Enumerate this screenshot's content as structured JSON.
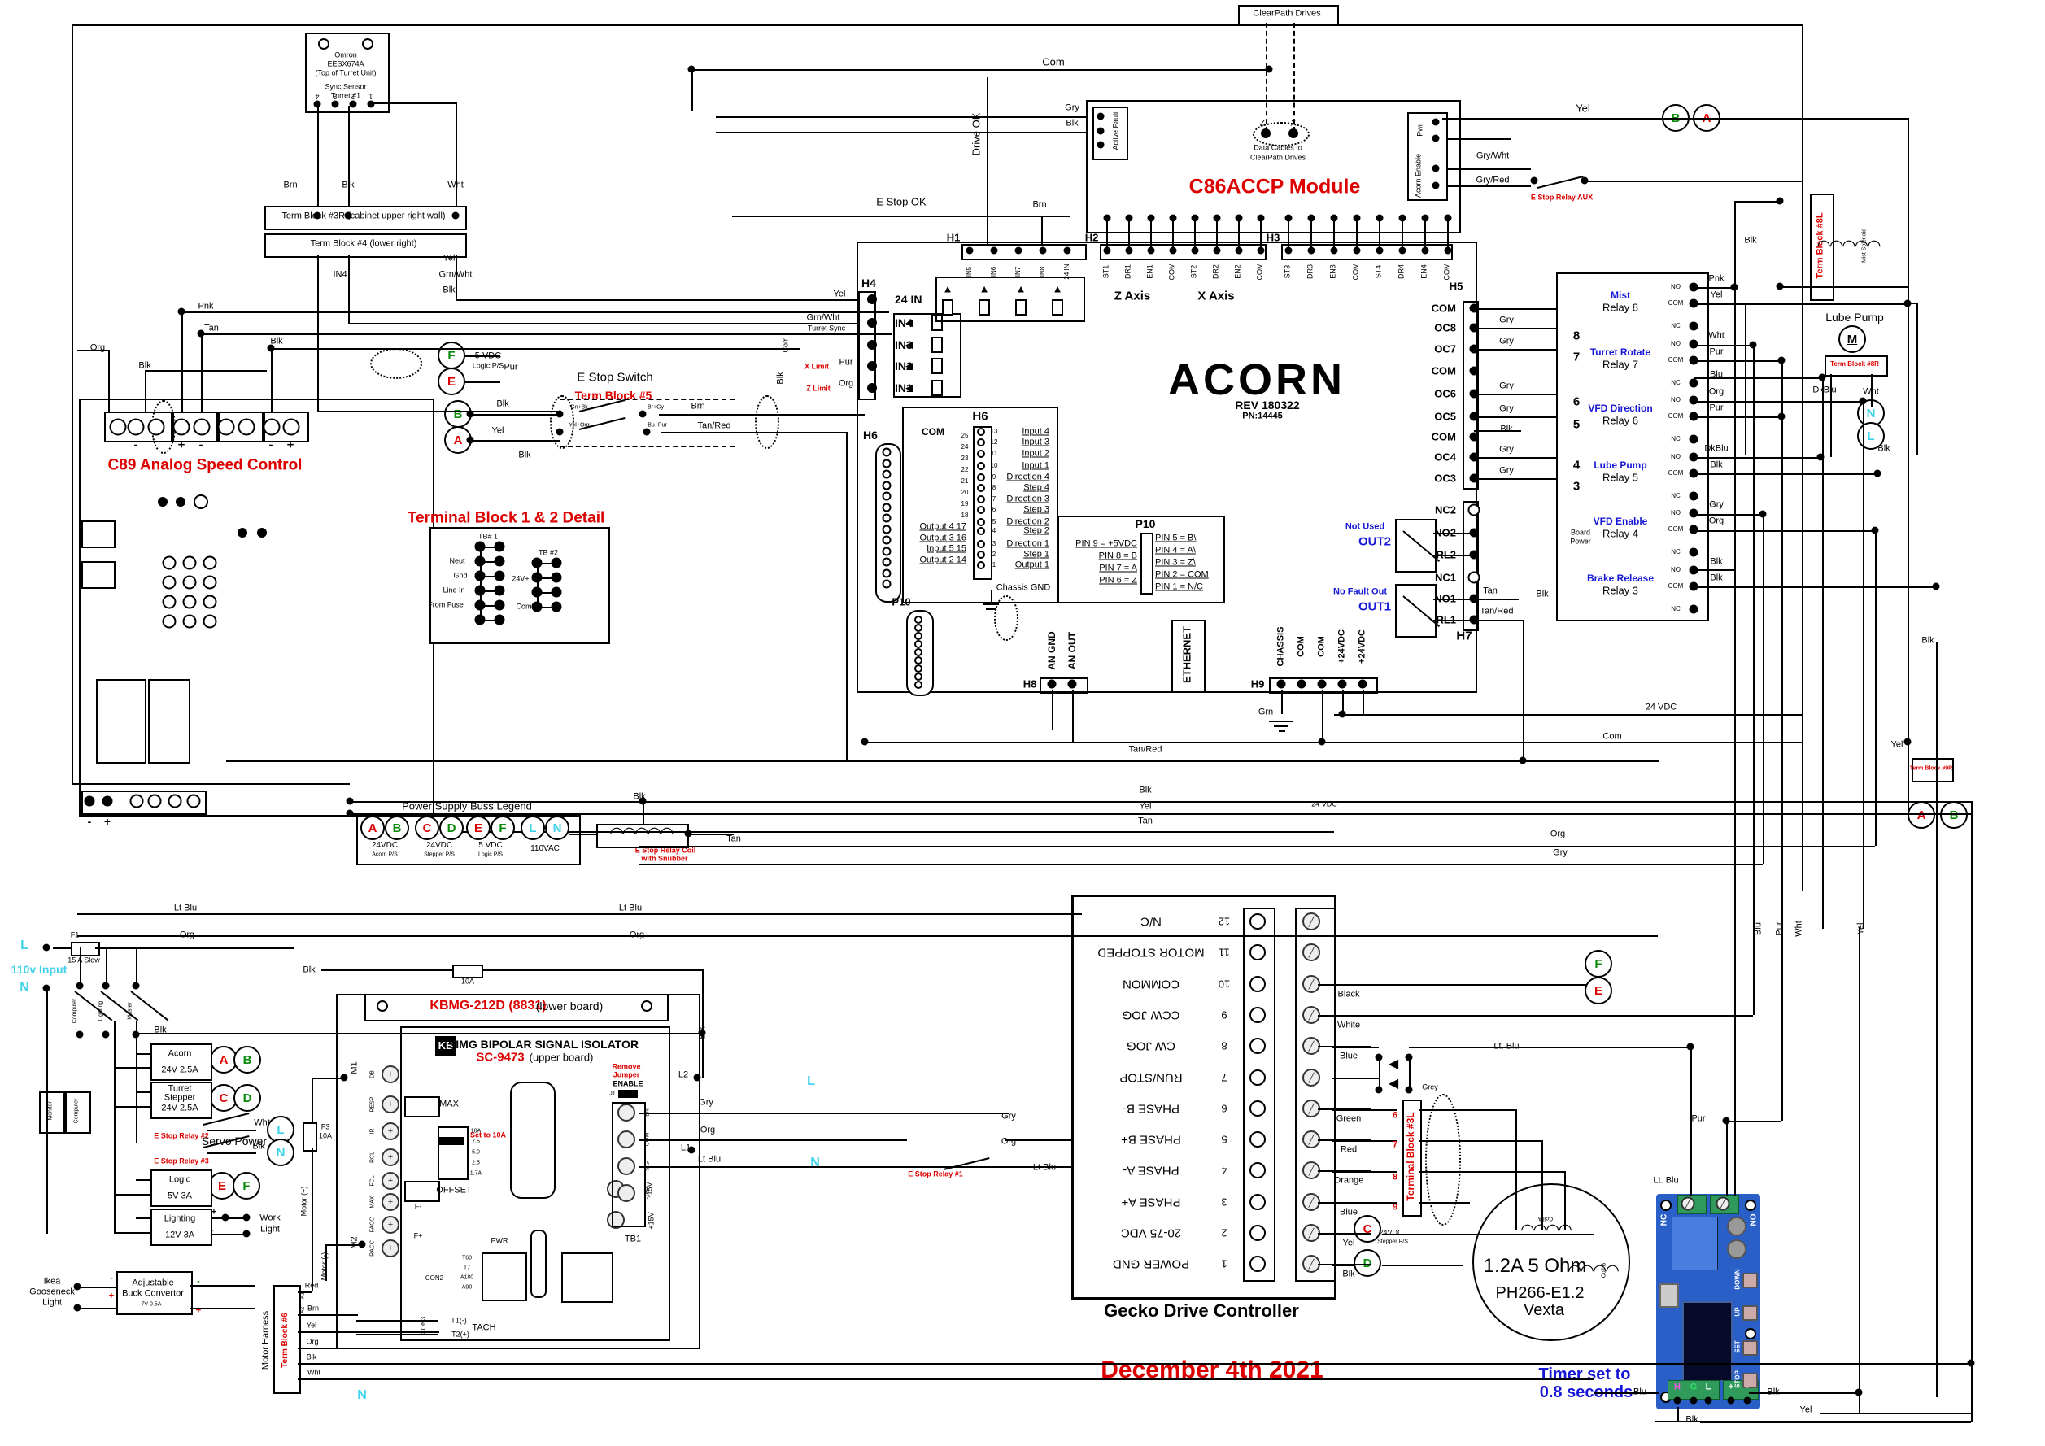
{
  "date": "December 4th 2021",
  "clearpath": {
    "box": "ClearPath Drives",
    "z": "Z",
    "x": "X",
    "cab1": "Data Cables to",
    "cab2": "ClearPath Drives"
  },
  "omron": {
    "l1": "Omron",
    "l2": "EESX674A",
    "l3": "(Top of Turret Unit)",
    "l4": "Sync Sensor",
    "l5": "Turret #1",
    "pins": [
      "4",
      "3",
      "2",
      "1"
    ]
  },
  "tb3r": "Term Block #3R (cabinet upper right wall)",
  "tb4": "Term Block #4 (lower right)",
  "c89": {
    "title": "C89 Analog Speed Control",
    "signs": [
      "-",
      "+",
      "-",
      "-",
      "+"
    ]
  },
  "estop": {
    "title": "E Stop Switch",
    "tb5": "Term Block #5",
    "contacts": [
      "Gn+Bk",
      "Br+Gy",
      "Yel+Org",
      "Bu+Pur"
    ]
  },
  "tbdetail": {
    "title": "Terminal Block 1 & 2 Detail",
    "tb1": "TB# 1",
    "tb2": "TB #2"
  },
  "legend": {
    "title": "Power Supply Buss Legend",
    "groups": [
      {
        "a": "A",
        "ac": "r",
        "b": "B",
        "bc": "g",
        "l1": "24VDC",
        "l2": "Acorn P/S"
      },
      {
        "a": "C",
        "ac": "r",
        "b": "D",
        "bc": "g",
        "l1": "24VDC",
        "l2": "Stepper P/S"
      },
      {
        "a": "E",
        "ac": "r",
        "b": "F",
        "bc": "g",
        "l1": "5 VDC",
        "l2": "Logic P/S"
      },
      {
        "a": "L",
        "ac": "c",
        "b": "N",
        "bc": "c",
        "l1": "110VAC",
        "l2": ""
      }
    ]
  },
  "snubber": {
    "l1": "E Stop Relay Coil",
    "l2": "with Snubber"
  },
  "acorn": {
    "name": "ACORN",
    "rev": "REV 180322",
    "pn": "PN:14445",
    "h1": {
      "label": "H1",
      "pins": [
        "IN5",
        "IN6",
        "IN7",
        "IN8",
        "24 IN"
      ]
    },
    "h2": {
      "label": "H2",
      "pins": [
        "ST1",
        "DR1",
        "EN1",
        "COM",
        "ST2",
        "DR2",
        "EN2",
        "COM"
      ],
      "z": "Z Axis",
      "x": "X Axis"
    },
    "h3": {
      "label": "H3",
      "pins": [
        "ST3",
        "DR3",
        "EN3",
        "COM",
        "ST4",
        "DR4",
        "EN4",
        "COM"
      ]
    },
    "h4": {
      "label": "H4",
      "rows": [
        "24 IN",
        "IN4",
        "IN3",
        "IN2",
        "IN1"
      ]
    },
    "h5": {
      "label": "H5",
      "rows": [
        {
          "name": "COM",
          "wire": "",
          "num": ""
        },
        {
          "name": "OC8",
          "wire": "Gry",
          "num": "8"
        },
        {
          "name": "OC7",
          "wire": "Gry",
          "num": "7"
        },
        {
          "name": "COM",
          "wire": "",
          "num": ""
        },
        {
          "name": "OC6",
          "wire": "Gry",
          "num": "6"
        },
        {
          "name": "OC5",
          "wire": "Gry",
          "num": "5"
        },
        {
          "name": "COM",
          "wire": "Blk",
          "num": ""
        },
        {
          "name": "OC4",
          "wire": "Gry",
          "num": "4"
        },
        {
          "name": "OC3",
          "wire": "Gry",
          "num": "3"
        }
      ]
    },
    "out": {
      "rows": [
        "NC2",
        "NO2",
        "RL2",
        "NC1",
        "NO1",
        "RL1"
      ],
      "not_used": "Not Used",
      "out2": "OUT2",
      "no_fault": "No Fault Out",
      "out1": "OUT1",
      "h7": "H7",
      "tan": "Tan",
      "tanred": "Tan/Red"
    },
    "h6": {
      "label": "H6",
      "com": "COM",
      "chassis": "Chassis GND",
      "right": [
        [
          "13",
          "Input 4"
        ],
        [
          "12",
          "Input 3"
        ],
        [
          "11",
          "Input 2"
        ],
        [
          "10",
          "Input 1"
        ],
        [
          "9",
          "Direction 4"
        ],
        [
          "8",
          "Step 4"
        ],
        [
          "7",
          "Direction 3"
        ],
        [
          "6",
          "Step 3"
        ],
        [
          "5",
          "Direction 2"
        ],
        [
          "4",
          "Step 2"
        ],
        [
          "3",
          "Direction 1"
        ],
        [
          "2",
          "Step 1"
        ],
        [
          "1",
          "Output 1"
        ]
      ],
      "leftnums": [
        "25",
        "24",
        "23",
        "22",
        "21",
        "20",
        "19",
        "18"
      ],
      "left": [
        "Output 4 17",
        "Output 3 16",
        "Input 5 15",
        "Output 2 14"
      ]
    },
    "p10": {
      "label": "P10",
      "left": [
        "PIN 9 = +5VDC",
        "PIN 8 = B",
        "PIN 7 = A",
        "PIN 6 = Z"
      ],
      "right": [
        "PIN 5 = B\\",
        "PIN 4 = A\\",
        "PIN 3 = Z\\",
        "PIN 2 = COM",
        "PIN 1 = N/C"
      ]
    },
    "p10conn": "P10",
    "h8": {
      "label": "H8",
      "pins": [
        "AN GND",
        "AN OUT"
      ]
    },
    "ethernet": "ETHERNET",
    "h9": {
      "label": "H9",
      "pins": [
        "CHASSIS",
        "COM",
        "COM",
        "+24VDC",
        "+24VDC"
      ]
    }
  },
  "c86": {
    "title": "C86ACCP Module",
    "fault": "Active Fault",
    "pwr": "Pwr",
    "enable": "Acorn Enable",
    "aux": "E Stop Relay AUX"
  },
  "relayboard": {
    "power1": "Board",
    "power2": "Power",
    "blk": "Blk",
    "relays": [
      {
        "func": "Mist",
        "name": "Relay 8",
        "no": "Pnk",
        "com": "Yel",
        "nc": ""
      },
      {
        "func": "Turret Rotate",
        "name": "Relay 7",
        "no": "Wht",
        "com": "Pur",
        "nc": "Blu"
      },
      {
        "func": "VFD Direction",
        "name": "Relay 6",
        "no": "Org",
        "com": "Pur",
        "nc": ""
      },
      {
        "func": "Lube Pump",
        "name": "Relay 5",
        "no": "DkBlu",
        "com": "Blk",
        "nc": ""
      },
      {
        "func": "VFD Enable",
        "name": "Relay 4",
        "no": "Gry",
        "com": "Org",
        "nc": ""
      },
      {
        "func": "Brake Release",
        "name": "Relay 3",
        "no": "Blk",
        "com": "Blk",
        "nc": ""
      }
    ],
    "pinnames": [
      "NO",
      "COM",
      "NC"
    ]
  },
  "right": {
    "tb8l": "Term Block #8L",
    "solenoid": "Mist Solenoid",
    "lube": "Lube Pump",
    "m": "M",
    "tb8r": "Term Block #8R",
    "tb9r": "Term Block #9R"
  },
  "power": {
    "l": "L",
    "n": "N",
    "input": "110v Input",
    "f1": "F1",
    "fuse": "15 A Slow",
    "sw": [
      "Computer",
      "Lighting",
      "Master"
    ],
    "monitor": "Monitor",
    "computer": "Computer",
    "supplies": [
      {
        "name": "Acorn",
        "name2": "",
        "rating": "24V 2.5A",
        "a": "A",
        "b": "B"
      },
      {
        "name": "Turret",
        "name2": "Stepper",
        "rating": "24V 2.5A",
        "a": "C",
        "b": "D"
      },
      {
        "name": "Logic",
        "name2": "",
        "rating": "5V 3A",
        "a": "E",
        "b": "F"
      },
      {
        "name": "Lighting",
        "name2": "",
        "rating": "12V 3A",
        "a": "",
        "b": ""
      }
    ],
    "estop2": "E Stop Relay #2",
    "estop3": "E Stop Relay #3",
    "servo": "Servo Power",
    "work1": "Work",
    "work2": "Light",
    "ikea1": "Ikea",
    "ikea2": "Gooseneck",
    "ikea3": "Light",
    "buck1": "Adjustable",
    "buck2": "Buck Convertor",
    "buck3": "7V 0.5A",
    "harness": "Motor Harness",
    "tb6": "Term Block #6",
    "a1": "A1",
    "a2": "A2",
    "wires": [
      "Red",
      "Brn",
      "Yel",
      "Org",
      "Blk",
      "Wht"
    ]
  },
  "kbmg": {
    "title": "KBMG-212D (8831)",
    "sub": "(lower board)",
    "kb": "KB",
    "iso": "SIMG BIPOLAR SIGNAL ISOLATOR",
    "model": "SC-9473",
    "sub2": "(upper board)",
    "terms": [
      "DB",
      "RESP",
      "IR",
      "RCL",
      "FCL",
      "MAX",
      "FACC",
      "RACC"
    ],
    "m1": "M1",
    "m2": "M2",
    "f3": "F3",
    "f3a": "10A",
    "f2a": "10A",
    "motorp": "Motor (+)",
    "motorm": "Motor (-)",
    "max": "MAX",
    "offset": "OFFSET",
    "set": "Set to 10A",
    "amps": [
      "10A",
      "7.5",
      "5.0",
      "2.5",
      "1.7A"
    ],
    "fm": "F-",
    "fp": "F+",
    "con2": "CON2",
    "con3": "CON3",
    "t1": "T1(-)",
    "t2": "T2(+)",
    "tach": "TACH",
    "pwr": "PWR",
    "jp": [
      "T60",
      "T7",
      "A180",
      "A90"
    ],
    "tb1": "TB1",
    "m15": "-15V",
    "p15": "+15V",
    "remove": "Remove",
    "jumper": "Jumper",
    "enable": "ENABLE",
    "j1": "J1",
    "conn": [
      "EN",
      "COM",
      "SIG",
      "-15V"
    ],
    "l2": "L2",
    "l1": "L1"
  },
  "gecko": {
    "title": "Gecko Drive Controller",
    "pins": [
      {
        "n": "12",
        "l": "N/C",
        "w": ""
      },
      {
        "n": "11",
        "l": "MOTOR STOPPED",
        "w": ""
      },
      {
        "n": "10",
        "l": "COMMON",
        "w": "Black"
      },
      {
        "n": "9",
        "l": "CCW JOG",
        "w": "White"
      },
      {
        "n": "8",
        "l": "CW JOG",
        "w": "Blue"
      },
      {
        "n": "7",
        "l": "RUN/STOP",
        "w": ""
      },
      {
        "n": "6",
        "l": "PHASE B-",
        "w": "Green"
      },
      {
        "n": "5",
        "l": "PHASE B+",
        "w": "Red"
      },
      {
        "n": "4",
        "l": "PHASE A-",
        "w": "Orange"
      },
      {
        "n": "3",
        "l": "PHASE A+",
        "w": "Blue"
      },
      {
        "n": "2",
        "l": "20-75 VDC",
        "w": "Yel"
      },
      {
        "n": "1",
        "l": "POWER GND",
        "w": "Blk"
      }
    ],
    "c": "C",
    "d": "D",
    "ps1": "24VDC",
    "ps2": "Stepper P/S"
  },
  "tb3l": {
    "label": "Terminal Block #3L",
    "grey": "Grey",
    "nums": [
      "6",
      "7",
      "8",
      "9"
    ]
  },
  "vexta": {
    "l1": "1.2A 5 Ohm",
    "l2": "PH266-E1.2",
    "l3": "Vexta",
    "coila": "Coil A",
    "coilb": "Coil B"
  },
  "timer": {
    "note1": "Timer set to",
    "note2": "0.8 seconds",
    "nc": "NC",
    "no": "NO",
    "btns": [
      "DOWN",
      "UP",
      "SET",
      "STOP"
    ],
    "pads": [
      "H",
      "G",
      "L",
      "+",
      "-"
    ]
  },
  "circles": [
    [
      "F",
      555,
      437,
      "g"
    ],
    [
      "E",
      555,
      469,
      "r"
    ],
    [
      "B",
      563,
      509,
      "g"
    ],
    [
      "A",
      563,
      541,
      "r"
    ],
    [
      "B",
      2060,
      145,
      "g"
    ],
    [
      "A",
      2098,
      145,
      "r"
    ],
    [
      "A",
      275,
      1303,
      "r"
    ],
    [
      "B",
      304,
      1303,
      "g"
    ],
    [
      "C",
      275,
      1350,
      "r"
    ],
    [
      "D",
      304,
      1350,
      "g"
    ],
    [
      "E",
      273,
      1458,
      "r"
    ],
    [
      "F",
      303,
      1458,
      "g"
    ],
    [
      "L",
      345,
      1389,
      "c"
    ],
    [
      "N",
      345,
      1417,
      "c"
    ],
    [
      "F",
      1965,
      1185,
      "g"
    ],
    [
      "E",
      1965,
      1218,
      "r"
    ],
    [
      "C",
      1681,
      1511,
      "r"
    ],
    [
      "D",
      1681,
      1553,
      "g"
    ],
    [
      "N",
      2300,
      508,
      "c"
    ],
    [
      "L",
      2300,
      536,
      "c"
    ],
    [
      "A",
      2362,
      1002,
      "r"
    ],
    [
      "B",
      2402,
      1002,
      "g"
    ]
  ],
  "labels": [
    [
      "Com",
      1295,
      76,
      ""
    ],
    [
      "Gry",
      1318,
      133,
      "sm"
    ],
    [
      "Blk",
      1318,
      152,
      "sm"
    ],
    [
      "Drive OK",
      1200,
      165,
      "vert"
    ],
    [
      "E Stop OK",
      1108,
      248,
      ""
    ],
    [
      "Brn",
      1278,
      252,
      "sm"
    ],
    [
      "Yel",
      1946,
      133,
      ""
    ],
    [
      "Gry/Wht",
      1835,
      192,
      "sm"
    ],
    [
      "Gry/Red",
      1835,
      222,
      "sm"
    ],
    [
      "E Stop Relay AUX",
      1920,
      243,
      "red xs b"
    ],
    [
      "Blk",
      2152,
      296,
      "sm"
    ],
    [
      "Brn",
      357,
      228,
      "sm"
    ],
    [
      "Blk",
      428,
      228,
      "sm"
    ],
    [
      "Wht",
      560,
      228,
      "sm"
    ],
    [
      "Yel",
      552,
      318,
      "sm"
    ],
    [
      "IN4",
      418,
      338,
      "sm"
    ],
    [
      "Grn/Wht",
      560,
      338,
      "sm"
    ],
    [
      "Blk",
      552,
      357,
      "sm"
    ],
    [
      "Pnk",
      253,
      377,
      "sm"
    ],
    [
      "Tan",
      260,
      404,
      "sm"
    ],
    [
      "Org",
      120,
      428,
      "sm"
    ],
    [
      "Blk",
      340,
      420,
      "sm"
    ],
    [
      "Blk",
      178,
      450,
      "sm"
    ],
    [
      "Blk",
      618,
      497,
      "sm"
    ],
    [
      "Yel",
      612,
      530,
      "sm"
    ],
    [
      "Blk",
      645,
      560,
      "sm"
    ],
    [
      "Pur",
      628,
      452,
      "sm"
    ],
    [
      "5 VDC",
      600,
      438,
      "sm"
    ],
    [
      "Logic P/S",
      600,
      450,
      "xs"
    ],
    [
      "Brn",
      858,
      500,
      "sm"
    ],
    [
      "Tan/Red",
      878,
      524,
      "sm"
    ],
    [
      "Yel",
      1032,
      362,
      "sm"
    ],
    [
      "Grn/Wht",
      1012,
      391,
      "sm"
    ],
    [
      "Turret Sync",
      1016,
      404,
      "xs"
    ],
    [
      "Pur",
      1040,
      446,
      "sm"
    ],
    [
      "X Limit",
      1004,
      451,
      "red xs b"
    ],
    [
      "Org",
      1040,
      472,
      "sm"
    ],
    [
      "Z Limit",
      1006,
      478,
      "red xs b"
    ],
    [
      "Com",
      966,
      424,
      "vert xs"
    ],
    [
      "Blk",
      960,
      465,
      "vert sm"
    ],
    [
      "Grn",
      1556,
      876,
      "sm"
    ],
    [
      "24 VDC",
      2042,
      870,
      "sm"
    ],
    [
      "Com",
      1982,
      906,
      "sm"
    ],
    [
      "Yel",
      2332,
      916,
      "sm"
    ],
    [
      "Tan/Red",
      1408,
      922,
      "sm"
    ],
    [
      "Blk",
      1408,
      972,
      "sm"
    ],
    [
      "Yel",
      1408,
      992,
      "sm"
    ],
    [
      "Tan",
      1408,
      1010,
      "sm"
    ],
    [
      "24 VDC",
      1628,
      989,
      "xs"
    ],
    [
      "Org",
      1915,
      1026,
      "sm"
    ],
    [
      "Gry",
      1918,
      1049,
      "sm"
    ],
    [
      "Blk",
      2370,
      788,
      "sm"
    ],
    [
      "Blk",
      786,
      980,
      "sm"
    ],
    [
      "Tan",
      902,
      1032,
      "sm"
    ],
    [
      "Lt Blu",
      228,
      1117,
      "sm"
    ],
    [
      "Org",
      230,
      1150,
      "sm"
    ],
    [
      "Lt Blu",
      775,
      1117,
      "sm"
    ],
    [
      "Org",
      783,
      1150,
      "sm"
    ],
    [
      "Blk",
      380,
      1193,
      "sm"
    ],
    [
      "Blk",
      864,
      1270,
      "vert sm"
    ],
    [
      "Gry",
      868,
      1356,
      "sm"
    ],
    [
      "Org",
      870,
      1390,
      "sm"
    ],
    [
      "Lt Blu",
      872,
      1426,
      "sm"
    ],
    [
      "L",
      997,
      1330,
      "cyan b lg"
    ],
    [
      "N",
      1002,
      1430,
      "cyan b lg"
    ],
    [
      "Gry",
      1240,
      1373,
      "sm"
    ],
    [
      "Org",
      1240,
      1404,
      "sm"
    ],
    [
      "Lt Blu",
      1284,
      1436,
      "sm"
    ],
    [
      "E Stop Relay #1",
      1150,
      1444,
      "red xs b"
    ],
    [
      "Grey",
      1758,
      1337,
      "xs"
    ],
    [
      "Lt. Blu",
      1852,
      1287,
      "sm"
    ],
    [
      "Pur",
      2088,
      1376,
      "sm"
    ],
    [
      "Lt. Blu",
      2048,
      1452,
      "sm"
    ],
    [
      "Blu",
      2016,
      1712,
      "sm"
    ],
    [
      "Blk",
      2080,
      1746,
      "sm"
    ],
    [
      "Blk",
      2180,
      1712,
      "sm"
    ],
    [
      "Yel",
      2220,
      1734,
      "sm"
    ],
    [
      "Blu",
      2162,
      1142,
      "vert sm"
    ],
    [
      "Pur",
      2188,
      1142,
      "vert sm"
    ],
    [
      "Wht",
      2212,
      1142,
      "vert sm"
    ],
    [
      "Yel",
      2288,
      1142,
      "vert sm"
    ],
    [
      "N",
      445,
      1716,
      "cyan b lg"
    ],
    [
      "DkBlu",
      2243,
      480,
      "sm"
    ],
    [
      "Wht",
      2300,
      482,
      "sm"
    ],
    [
      "Blk",
      2316,
      552,
      "sm"
    ],
    [
      "Neut",
      562,
      690,
      "xs"
    ],
    [
      "Gnd",
      566,
      708,
      "xs"
    ],
    [
      "Line In",
      558,
      726,
      "xs"
    ],
    [
      "From Fuse",
      548,
      744,
      "xs"
    ],
    [
      "24V+",
      640,
      712,
      "xs"
    ],
    [
      "Com",
      644,
      746,
      "xs"
    ],
    [
      "+",
      263,
      1491,
      "sm b"
    ],
    [
      "-",
      261,
      1513,
      "sm b"
    ],
    [
      "+",
      137,
      1594,
      "red sm b"
    ],
    [
      "-",
      137,
      1572,
      "grn sm b"
    ],
    [
      "-",
      244,
      1576,
      "grn sm b"
    ],
    [
      "+",
      244,
      1612,
      "red sm b"
    ],
    [
      "Wht",
      322,
      1381,
      "sm"
    ],
    [
      "Blk",
      318,
      1410,
      "sm"
    ]
  ]
}
